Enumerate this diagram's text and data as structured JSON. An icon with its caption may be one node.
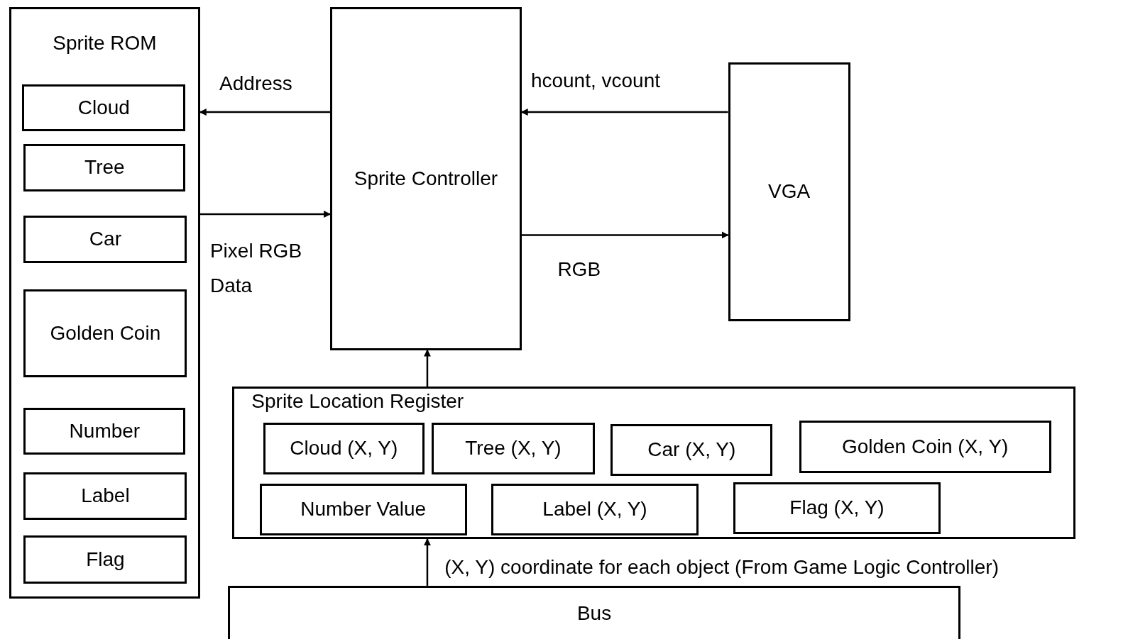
{
  "diagram": {
    "nodes": [
      {
        "text": [
          "Sprite ROM"
        ]
      },
      {
        "text": [
          "Cloud"
        ],
        "in": 0
      },
      {
        "text": [
          "Tree"
        ],
        "in": 0
      },
      {
        "text": [
          "Car"
        ],
        "in": 0
      },
      {
        "text": [
          "Golden Coin"
        ],
        "in": 0
      },
      {
        "text": [
          "Number"
        ],
        "in": 0
      },
      {
        "text": [
          "Label"
        ],
        "in": 0
      },
      {
        "text": [
          "Flag"
        ],
        "in": 0
      },
      {
        "text": [
          "Sprite Controller"
        ]
      },
      {
        "text": [
          "VGA"
        ]
      },
      {
        "text": [
          "Sprite Location Register"
        ]
      },
      {
        "text": [
          "Cloud (X, Y)"
        ],
        "in": 10
      },
      {
        "text": [
          "Tree (X, Y)"
        ],
        "in": 10
      },
      {
        "text": [
          "Car (X, Y)"
        ],
        "in": 10
      },
      {
        "text": [
          "Golden Coin (X, Y)"
        ],
        "in": 10
      },
      {
        "text": [
          "Number Value"
        ],
        "in": 10
      },
      {
        "text": [
          "Label (X, Y)"
        ],
        "in": 10
      },
      {
        "text": [
          "Flag (X, Y)"
        ],
        "in": 10
      },
      {
        "text": [
          "Bus"
        ]
      }
    ],
    "edges": [
      {
        "from": 8,
        "to": 0,
        "arrow": "to",
        "label": "Address"
      },
      {
        "from": 0,
        "to": 8,
        "arrow": "to",
        "label": "Pixel RGB Data"
      },
      {
        "from": 9,
        "to": 8,
        "arrow": "to",
        "label": "hcount, vcount"
      },
      {
        "from": 8,
        "to": 9,
        "arrow": "to",
        "label": "RGB"
      },
      {
        "from": 10,
        "to": 8,
        "arrow": "to"
      },
      {
        "from": 18,
        "to": 10,
        "arrow": "to",
        "label": "(X, Y) coordinate for each object (From Game Logic Controller)"
      }
    ]
  }
}
